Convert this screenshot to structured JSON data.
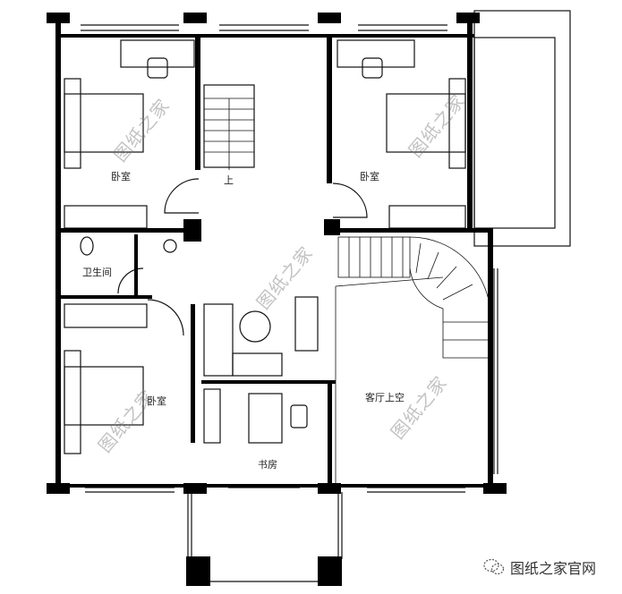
{
  "rooms": {
    "bedroom_top_left": "卧室",
    "bedroom_top_right": "卧室",
    "bedroom_bottom_left": "卧室",
    "bathroom": "卫生间",
    "stair_up": "上",
    "living_void": "客厅上空",
    "study": "书房"
  },
  "watermark": "图纸之家",
  "footer": {
    "icon": "wechat-icon",
    "text": "图纸之家官网"
  },
  "colors": {
    "wall": "#000000",
    "line": "#333333",
    "watermark": "#888888"
  }
}
